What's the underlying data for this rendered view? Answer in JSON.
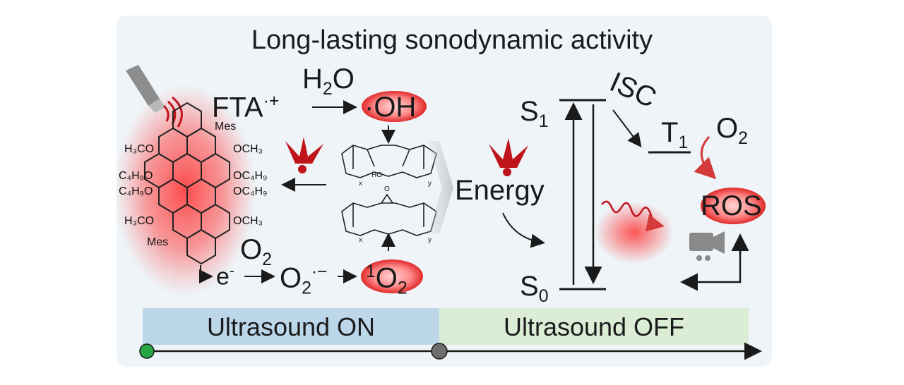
{
  "title": "Long-lasting sonodynamic activity",
  "left": {
    "fta_radical": "FTA",
    "fta_charge": "·+",
    "water": "H",
    "water_sub": "2",
    "water_o": "O",
    "hydroxyl": "·OH",
    "electron": "e",
    "electron_sup": "-",
    "oxygen": "O",
    "oxygen_sub": "2",
    "superoxide": "O",
    "superoxide_sub": "2",
    "superoxide_sup": "·−",
    "singlet_sup": "1",
    "singlet": "O",
    "singlet_sub": "2",
    "structure_labels": {
      "mes_top": "Mes",
      "mes_bottom": "Mes",
      "h3co_1": "H₃CO",
      "och3_1": "OCH₃",
      "c4h9o_1": "C₄H₉O",
      "oc4h9_1": "OC₄H₉",
      "c4h9o_2": "C₄H₉O",
      "oc4h9_2": "OC₄H₉",
      "h3co_2": "H₃CO",
      "och3_2": "OCH₃",
      "ho": "HO",
      "x1": "x",
      "y1": "y",
      "x2": "x",
      "y2": "y",
      "o_peroxide": "O"
    }
  },
  "right": {
    "energy": "Energy",
    "s1": "S",
    "s1_sub": "1",
    "s0": "S",
    "s0_sub": "0",
    "isc": "ISC",
    "t1": "T",
    "t1_sub": "1",
    "o2": "O",
    "o2_sub": "2",
    "ros": "ROS"
  },
  "timeline": {
    "on_label": "Ultrasound ON",
    "off_label": "Ultrasound OFF",
    "on_color": "#bcd6ea",
    "off_color": "#dcedd5",
    "start_dot_color": "#27a544",
    "mid_dot_color": "#6e6e6e"
  },
  "colors": {
    "glow": "#ff2a2a",
    "blast": "#c0141b",
    "text": "#1a1a1a"
  }
}
